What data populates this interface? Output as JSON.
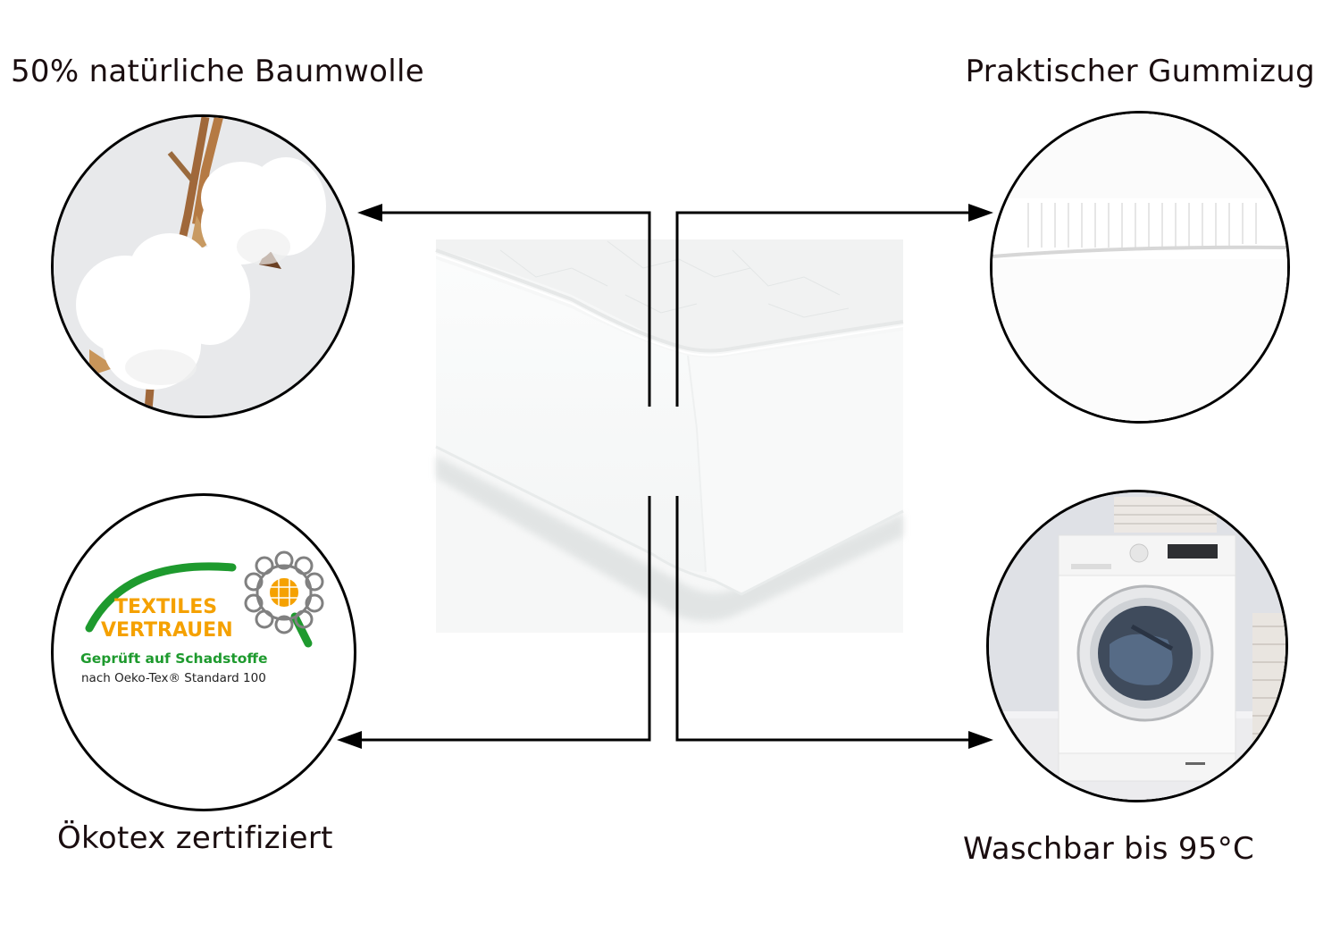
{
  "features": {
    "top_left": {
      "label": "50% natürliche Baumwolle",
      "image": "cotton-plant"
    },
    "top_right": {
      "label": "Praktischer Gummizug",
      "image": "elastic-band-closeup"
    },
    "bottom_left": {
      "label": "Ökotex zertifiziert",
      "image": "oeko-tex-logo"
    },
    "bottom_right": {
      "label": "Waschbar bis 95°C",
      "image": "washing-machine"
    }
  },
  "logo": {
    "line1": "TEXTILES",
    "line2": "VERTRAUEN",
    "line3": "Geprüft auf Schadstoffe",
    "line4": "nach Oeko-Tex® Standard 100",
    "colors": {
      "orange": "#f5a100",
      "green": "#1e9a2e",
      "gray": "#808080"
    }
  },
  "center_product": "white-fitted-sheet-mattress-corner",
  "colors": {
    "text": "#1a0d0f",
    "lines": "#000000",
    "background": "#ffffff"
  }
}
